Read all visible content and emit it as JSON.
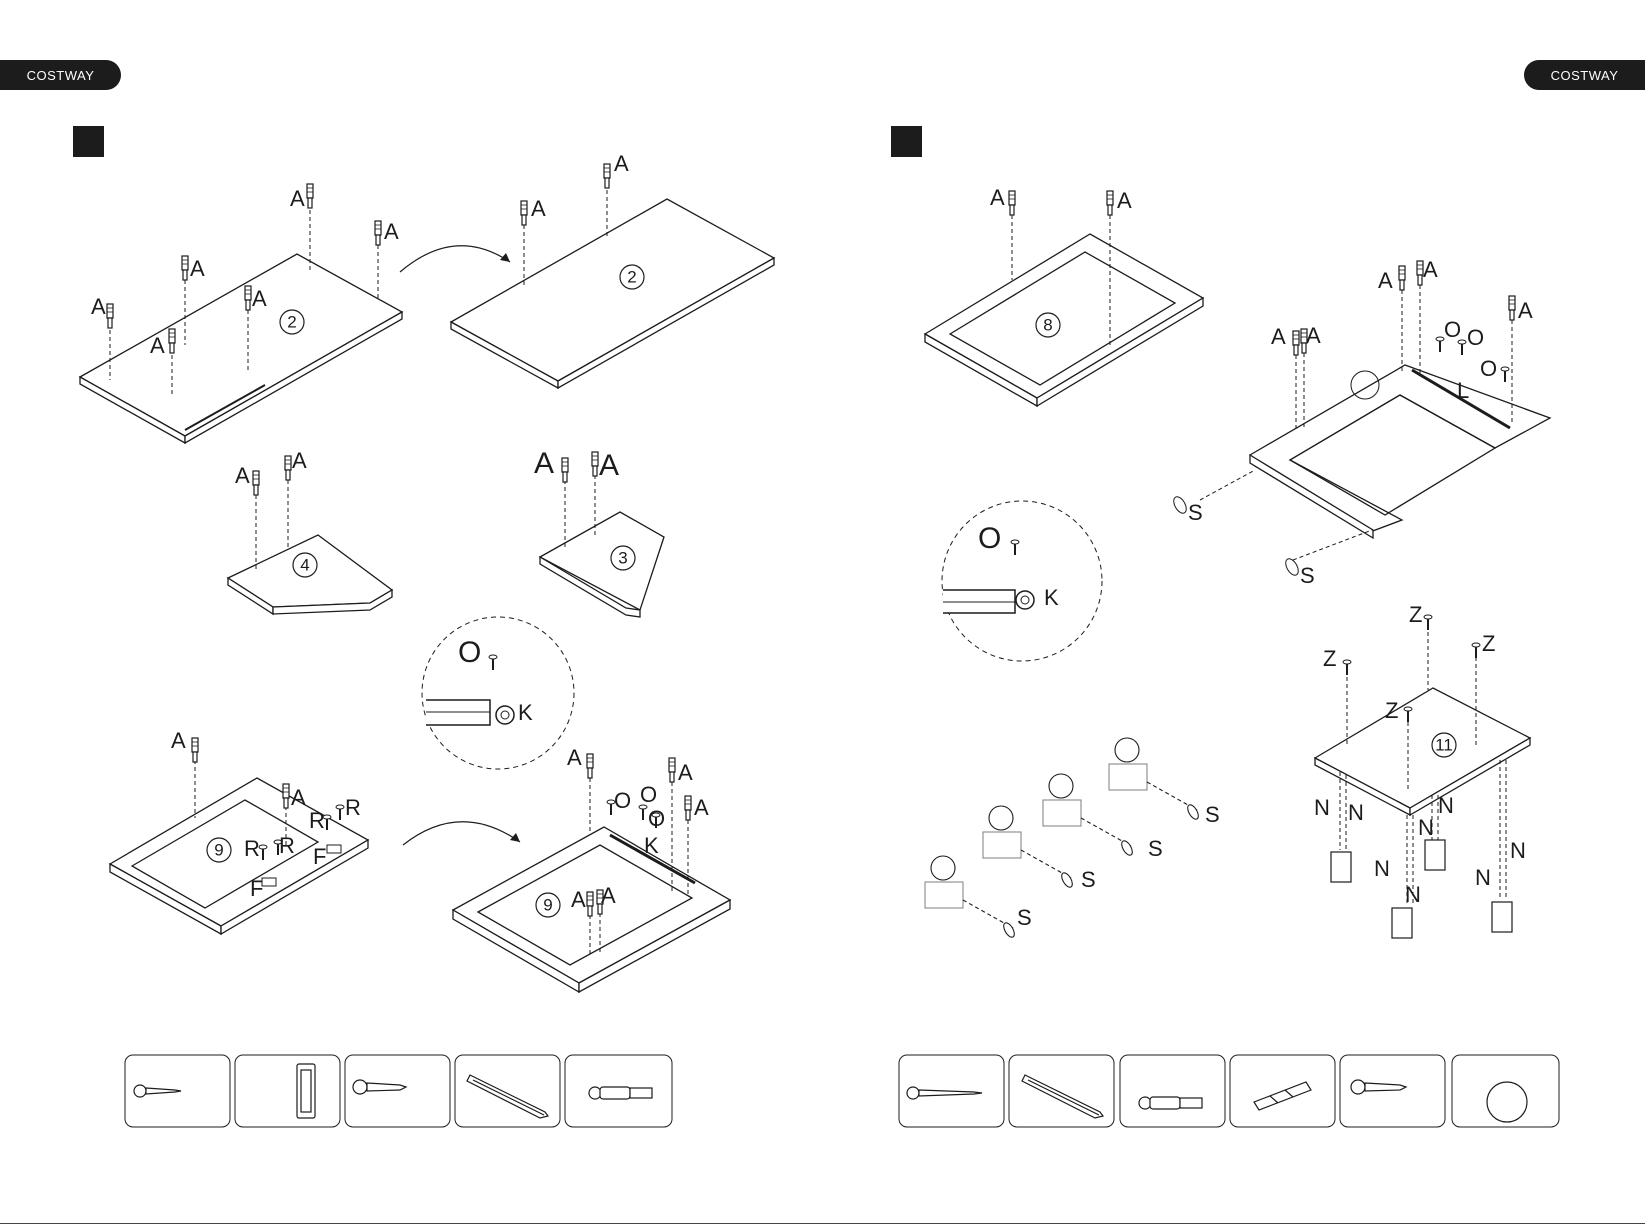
{
  "brand": "COSTWAY",
  "left_page": {
    "panel_2_label": "2",
    "panel_2b_label": "2",
    "panel_4_label": "4",
    "panel_3_label": "3",
    "panel_9_label": "9",
    "panel_9b_label": "9",
    "labels": {
      "A": "A",
      "O": "O",
      "K": "K",
      "R": "R",
      "F": "F"
    }
  },
  "right_page": {
    "panel_8_label": "8",
    "panel_11_label": "11",
    "labels": {
      "A": "A",
      "O": "O",
      "K": "K",
      "L": "L",
      "S": "S",
      "Z": "Z",
      "N": "N"
    }
  },
  "hardware_left": [
    {
      "icon": "short-screw-icon"
    },
    {
      "icon": "magnetic-catch-icon"
    },
    {
      "icon": "wood-screw-icon"
    },
    {
      "icon": "drawer-slide-icon"
    },
    {
      "icon": "cam-bolt-icon"
    }
  ],
  "hardware_right": [
    {
      "icon": "long-screw-icon"
    },
    {
      "icon": "drawer-slide-icon"
    },
    {
      "icon": "cam-bolt-icon"
    },
    {
      "icon": "wooden-dowel-icon"
    },
    {
      "icon": "wood-screw-icon"
    },
    {
      "icon": "cover-cap-icon"
    }
  ]
}
